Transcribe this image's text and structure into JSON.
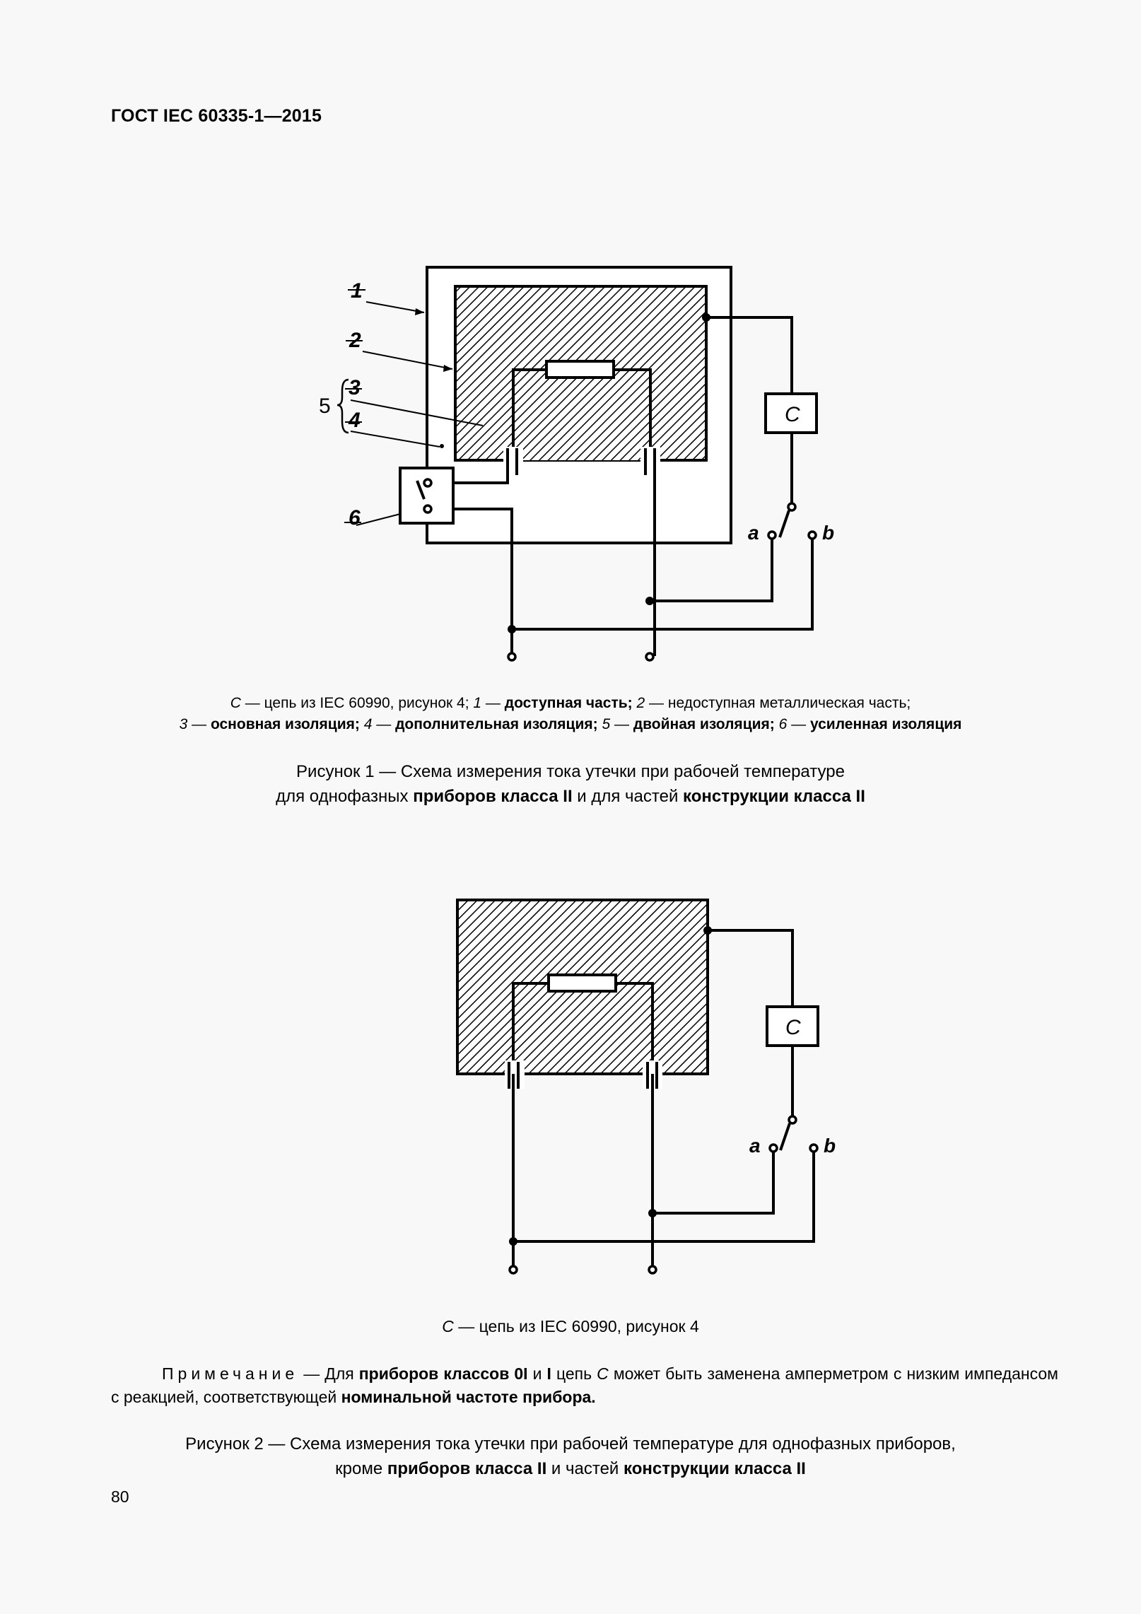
{
  "header": {
    "title": "ГОСТ IEC 60335-1—2015"
  },
  "figure1": {
    "labels": {
      "l1": "1",
      "l2": "2",
      "l3": "3",
      "l4": "4",
      "l5": "5",
      "l6": "6",
      "c": "C",
      "a": "a",
      "b": "b"
    },
    "legend_line1": {
      "c_sym": "C",
      "c_text": " — цепь из IEC  60990, рисунок 4; ",
      "n1": "1",
      "t1a": " — ",
      "t1b": "доступная часть;",
      "t1c": " ",
      "n2": "2",
      "t2": " — недоступная металлическая часть;"
    },
    "legend_line2": {
      "n3": "3",
      "t3a": " — ",
      "t3b": "основная изоляция;",
      "t3c": " ",
      "n4": "4",
      "t4a": " — ",
      "t4b": "дополнительная изоляция;",
      "t4c": " ",
      "n5": "5",
      "t5a": " — ",
      "t5b": "двойная изоляция;",
      "t5c": " ",
      "n6": "6",
      "t6a": " — ",
      "t6b": "усиленная изоляция"
    },
    "title_line1": "Рисунок 1 — Схема измерения тока утечки при рабочей температуре",
    "title_line2": {
      "p1": "для однофазных ",
      "b1": "приборов класса II",
      "p2": " и для частей ",
      "b2": "конструкции класса II"
    }
  },
  "figure2": {
    "labels": {
      "c": "C",
      "a": "a",
      "b": "b"
    },
    "legend": {
      "c_sym": "C",
      "c_text": " — цепь из IEC  60990, рисунок 4"
    },
    "note": {
      "label": "Примечание",
      "p1": " — Для ",
      "b1": "приборов классов 0I",
      "p2": " и ",
      "b2": "I",
      "p3": " цепь ",
      "c_sym": "C",
      "p4": " может быть заменена амперметром с низким импедансом с реакцией, соответствующей ",
      "b3": "номинальной частоте прибора."
    },
    "title_line1": "Рисунок 2 — Схема измерения тока утечки при рабочей температуре для однофазных приборов,",
    "title_line2": {
      "p1": "кроме ",
      "b1": "приборов класса II",
      "p2": " и частей ",
      "b2": "конструкции класса II"
    }
  },
  "page": {
    "number": "80"
  }
}
